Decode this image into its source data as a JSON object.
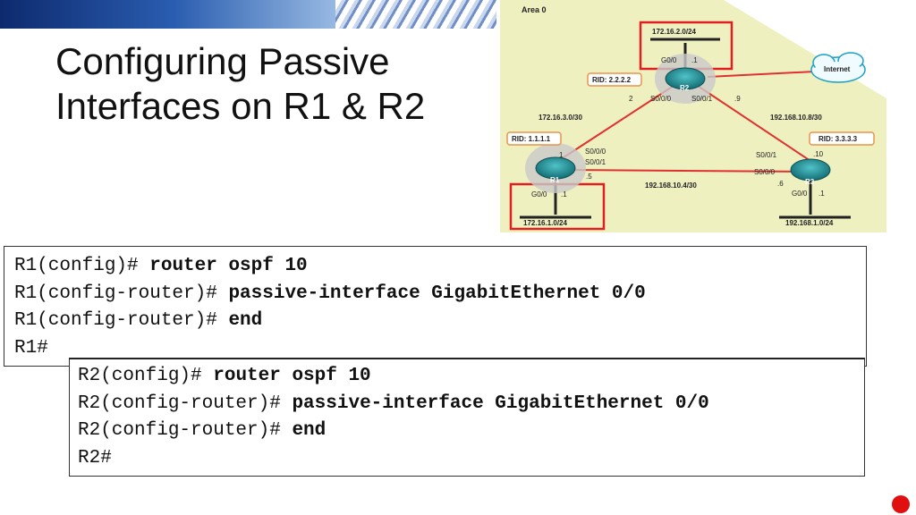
{
  "title": {
    "line1": "Configuring Passive",
    "line2": "Interfaces on R1 & R2"
  },
  "diagram": {
    "area_label": "Area 0",
    "internet_label": "Internet",
    "r1": {
      "name": "R1",
      "rid": "RID: 1.1.1.1",
      "lan": "172.16.1.0/24",
      "g0": "G0/0",
      "g0_ip": ".1",
      "s000": "S0/0/0",
      "s001": "S0/0/1",
      "ip_to_r2": "1",
      "ip_to_r3": ".5"
    },
    "r2": {
      "name": "R2",
      "rid": "RID: 2.2.2.2",
      "lan": "172.16.2.0/24",
      "g0": "G0/0",
      "g0_ip": ".1",
      "s000": "S0/0/0",
      "s001": "S0/0/1",
      "ip_to_r1": "2",
      "ip_to_r3": ".9"
    },
    "r3": {
      "name": "R3",
      "rid": "RID: 3.3.3.3",
      "lan": "192.168.1.0/24",
      "g0": "G0/0",
      "g0_ip": ".1",
      "s000": "S0/0/0",
      "s001": "S0/0/1",
      "ip_to_r2": ".10",
      "ip_to_r1": ".6"
    },
    "link_r1_r2": "172.16.3.0/30",
    "link_r2_r3": "192.168.10.8/30",
    "link_r1_r3": "192.168.10.4/30"
  },
  "r1_commands": [
    {
      "prompt": "R1(config)# ",
      "cmd": "router ospf 10"
    },
    {
      "prompt": "R1(config-router)# ",
      "cmd": "passive-interface GigabitEthernet 0/0"
    },
    {
      "prompt": "R1(config-router)# ",
      "cmd": "end"
    },
    {
      "prompt": "R1#",
      "cmd": ""
    }
  ],
  "r2_commands": [
    {
      "prompt": "R2(config)# ",
      "cmd": "router ospf 10"
    },
    {
      "prompt": "R2(config-router)# ",
      "cmd": "passive-interface GigabitEthernet 0/0"
    },
    {
      "prompt": "R2(config-router)# ",
      "cmd": "end"
    },
    {
      "prompt": "R2#",
      "cmd": ""
    }
  ],
  "colors": {
    "area_bg": "#eef0c0",
    "highlight": "#e02020",
    "router_teal": "#1f8f96",
    "rid_border": "#e8944a",
    "serial_red": "#e03030"
  }
}
